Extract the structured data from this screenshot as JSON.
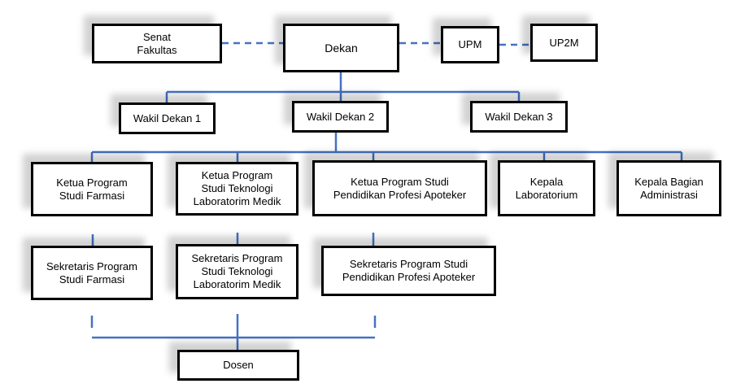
{
  "colors": {
    "line": "#4472c4",
    "box_border": "#000000",
    "background": "#ffffff"
  },
  "nodes": {
    "senat": "Senat\nFakultas",
    "dekan": "Dekan",
    "upm": "UPM",
    "up2m": "UP2M",
    "wakil1": "Wakil Dekan 1",
    "wakil2": "Wakil Dekan 2",
    "wakil3": "Wakil Dekan 3",
    "ketua_farmasi": "Ketua Program\nStudi Farmasi",
    "ketua_tlm": "Ketua Program\nStudi Teknologi\nLaboratorim Medik",
    "ketua_apoteker": "Ketua Program Studi\nPendidikan Profesi Apoteker",
    "kepala_lab": "Kepala\nLaboratorium",
    "kepala_admin": "Kepala Bagian\nAdministrasi",
    "sekretaris_farmasi": "Sekretaris Program\nStudi Farmasi",
    "sekretaris_tlm": "Sekretaris Program\nStudi Teknologi\nLaboratorim Medik",
    "sekretaris_apoteker": "Sekretaris Program Studi\nPendidikan Profesi Apoteker",
    "dosen": "Dosen"
  }
}
